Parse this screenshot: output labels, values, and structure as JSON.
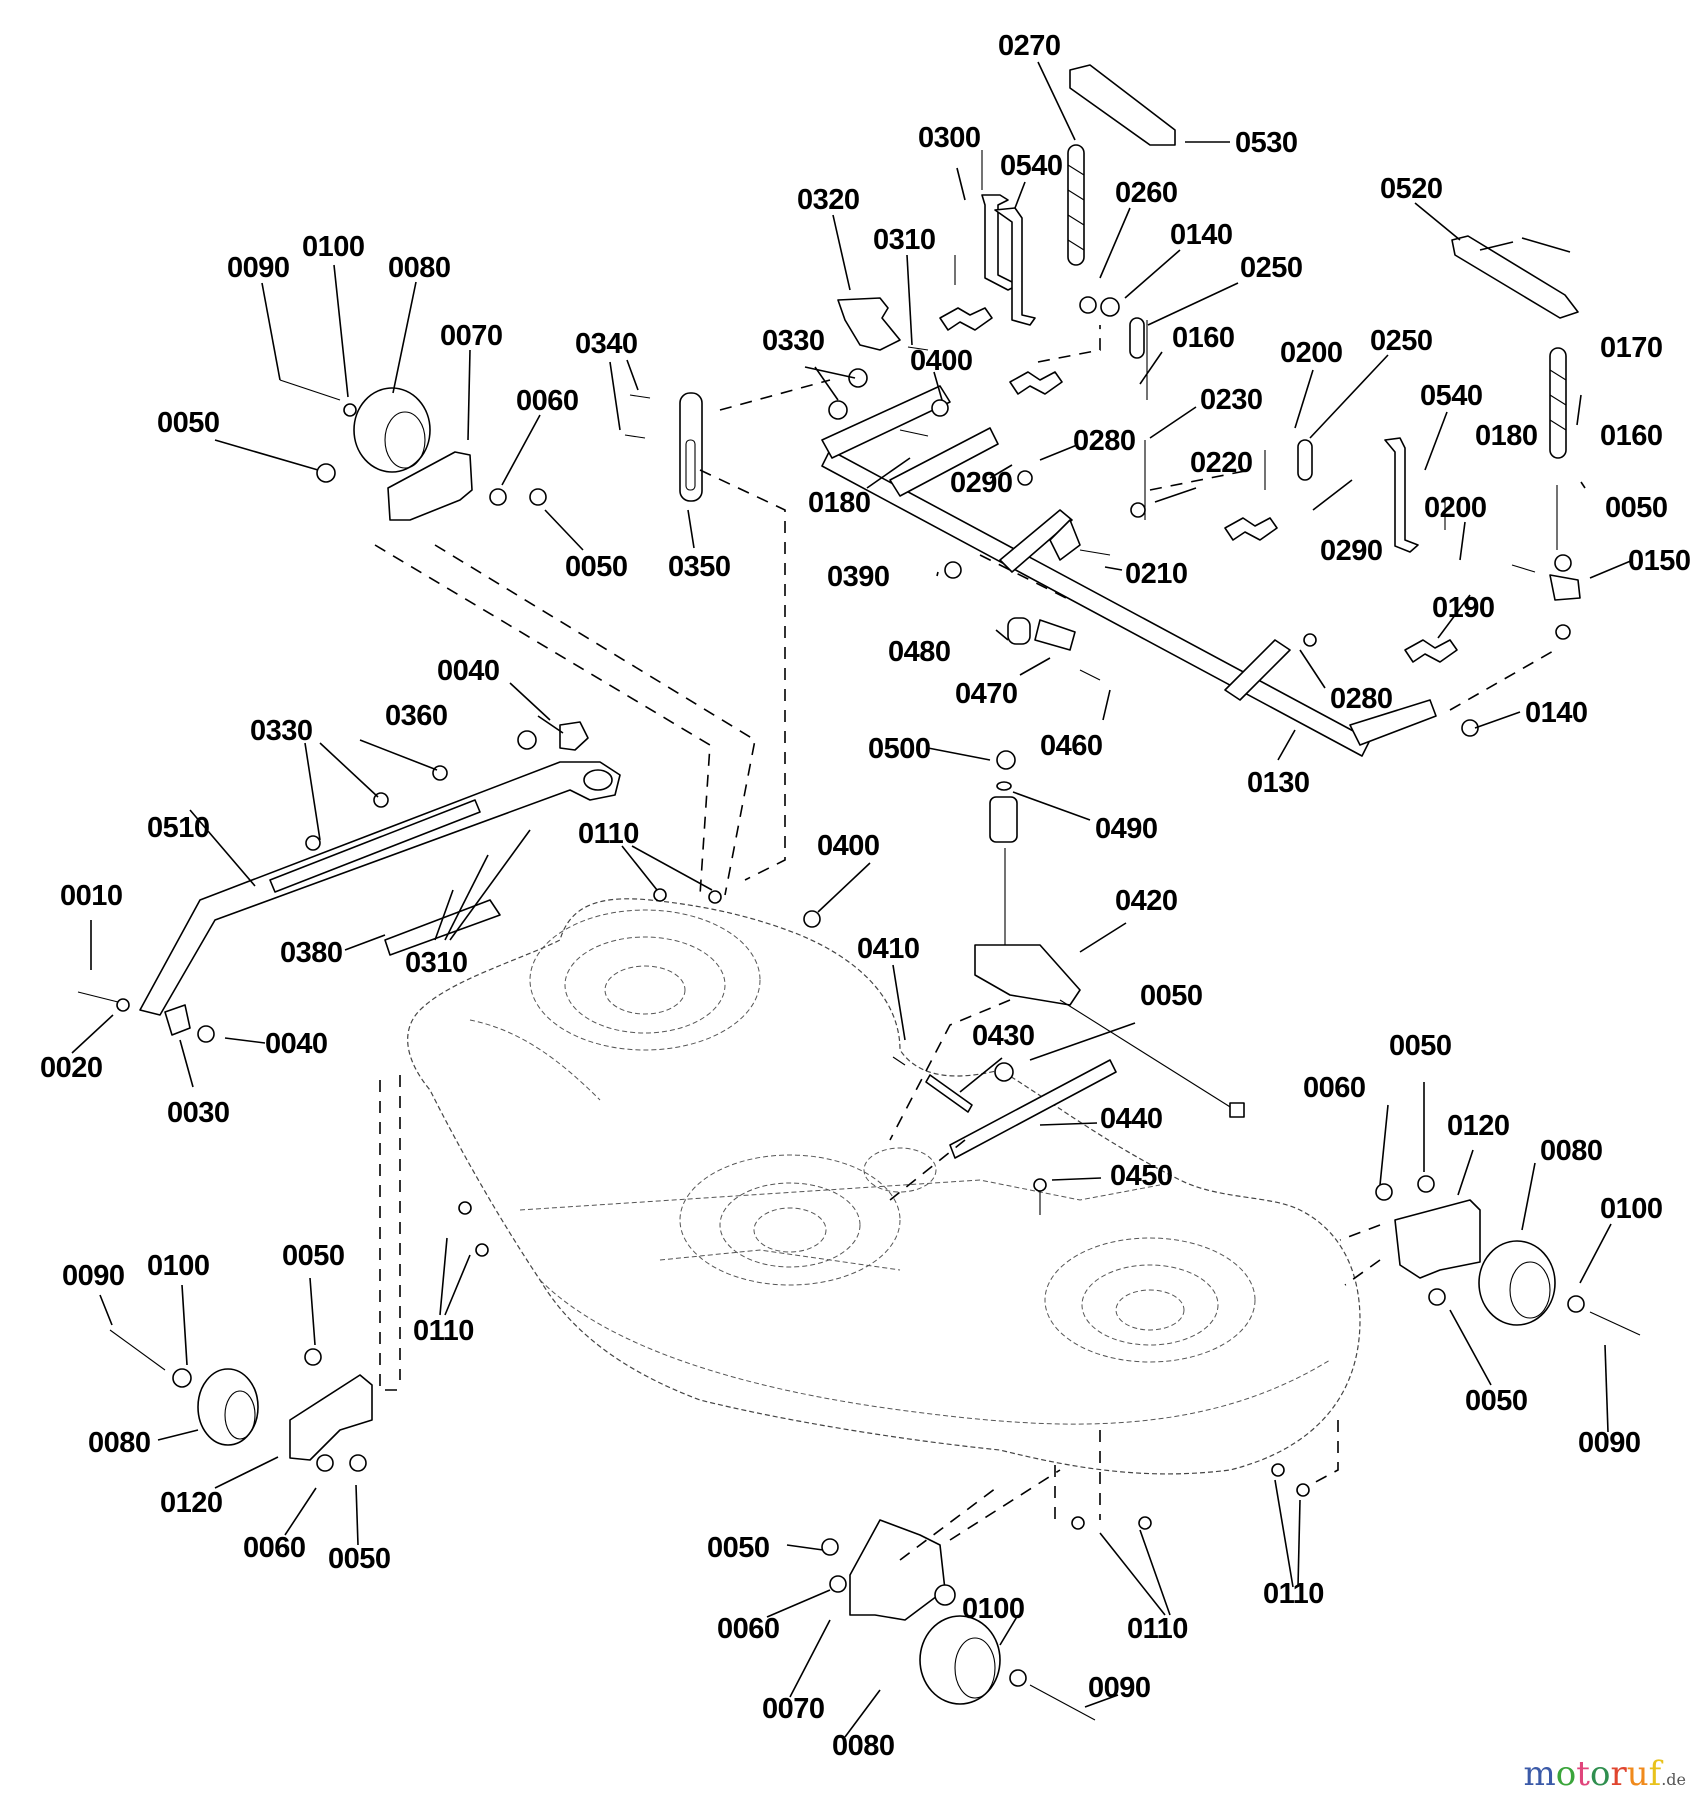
{
  "diagram": {
    "title": "Mower deck exploded parts diagram",
    "colors": {
      "line": "#000000",
      "background": "#ffffff"
    },
    "callouts": [
      {
        "id": "c01",
        "part": "0270"
      },
      {
        "id": "c02",
        "part": "0530"
      },
      {
        "id": "c03",
        "part": "0300"
      },
      {
        "id": "c04",
        "part": "0540"
      },
      {
        "id": "c05",
        "part": "0260"
      },
      {
        "id": "c06",
        "part": "0140"
      },
      {
        "id": "c07",
        "part": "0250"
      },
      {
        "id": "c08",
        "part": "0320"
      },
      {
        "id": "c09",
        "part": "0310"
      },
      {
        "id": "c10",
        "part": "0520"
      },
      {
        "id": "c11",
        "part": "0090"
      },
      {
        "id": "c12",
        "part": "0100"
      },
      {
        "id": "c13",
        "part": "0080"
      },
      {
        "id": "c14",
        "part": "0070"
      },
      {
        "id": "c15",
        "part": "0060"
      },
      {
        "id": "c16",
        "part": "0050"
      },
      {
        "id": "c17",
        "part": "0050"
      },
      {
        "id": "c18",
        "part": "0340"
      },
      {
        "id": "c19",
        "part": "0350"
      },
      {
        "id": "c20",
        "part": "0330"
      },
      {
        "id": "c21",
        "part": "0400"
      },
      {
        "id": "c22",
        "part": "0160"
      },
      {
        "id": "c23",
        "part": "0230"
      },
      {
        "id": "c24",
        "part": "0280"
      },
      {
        "id": "c25",
        "part": "0290"
      },
      {
        "id": "c26",
        "part": "0220"
      },
      {
        "id": "c27",
        "part": "0180"
      },
      {
        "id": "c28",
        "part": "0200"
      },
      {
        "id": "c29",
        "part": "0250"
      },
      {
        "id": "c30",
        "part": "0540"
      },
      {
        "id": "c31",
        "part": "0170"
      },
      {
        "id": "c32",
        "part": "0180"
      },
      {
        "id": "c33",
        "part": "0160"
      },
      {
        "id": "c34",
        "part": "0050"
      },
      {
        "id": "c35",
        "part": "0150"
      },
      {
        "id": "c36",
        "part": "0200"
      },
      {
        "id": "c37",
        "part": "0390"
      },
      {
        "id": "c38",
        "part": "0210"
      },
      {
        "id": "c39",
        "part": "0290"
      },
      {
        "id": "c40",
        "part": "0190"
      },
      {
        "id": "c41",
        "part": "0480"
      },
      {
        "id": "c42",
        "part": "0470"
      },
      {
        "id": "c43",
        "part": "0460"
      },
      {
        "id": "c44",
        "part": "0280"
      },
      {
        "id": "c45",
        "part": "0140"
      },
      {
        "id": "c46",
        "part": "0130"
      },
      {
        "id": "c47",
        "part": "0040"
      },
      {
        "id": "c48",
        "part": "0360"
      },
      {
        "id": "c49",
        "part": "0330"
      },
      {
        "id": "c50",
        "part": "0510"
      },
      {
        "id": "c51",
        "part": "0010"
      },
      {
        "id": "c52",
        "part": "0020"
      },
      {
        "id": "c53",
        "part": "0030"
      },
      {
        "id": "c54",
        "part": "0040"
      },
      {
        "id": "c55",
        "part": "0380"
      },
      {
        "id": "c56",
        "part": "0310"
      },
      {
        "id": "c57",
        "part": "0110"
      },
      {
        "id": "c58",
        "part": "0400"
      },
      {
        "id": "c59",
        "part": "0500"
      },
      {
        "id": "c60",
        "part": "0490"
      },
      {
        "id": "c61",
        "part": "0420"
      },
      {
        "id": "c62",
        "part": "0410"
      },
      {
        "id": "c63",
        "part": "0050"
      },
      {
        "id": "c64",
        "part": "0430"
      },
      {
        "id": "c65",
        "part": "0440"
      },
      {
        "id": "c66",
        "part": "0450"
      },
      {
        "id": "c67",
        "part": "0060"
      },
      {
        "id": "c68",
        "part": "0050"
      },
      {
        "id": "c69",
        "part": "0120"
      },
      {
        "id": "c70",
        "part": "0080"
      },
      {
        "id": "c71",
        "part": "0100"
      },
      {
        "id": "c72",
        "part": "0050"
      },
      {
        "id": "c73",
        "part": "0090"
      },
      {
        "id": "c74",
        "part": "0090"
      },
      {
        "id": "c75",
        "part": "0100"
      },
      {
        "id": "c76",
        "part": "0050"
      },
      {
        "id": "c77",
        "part": "0110"
      },
      {
        "id": "c78",
        "part": "0080"
      },
      {
        "id": "c79",
        "part": "0120"
      },
      {
        "id": "c80",
        "part": "0060"
      },
      {
        "id": "c81",
        "part": "0050"
      },
      {
        "id": "c82",
        "part": "0050"
      },
      {
        "id": "c83",
        "part": "0060"
      },
      {
        "id": "c84",
        "part": "0070"
      },
      {
        "id": "c85",
        "part": "0080"
      },
      {
        "id": "c86",
        "part": "0100"
      },
      {
        "id": "c87",
        "part": "0090"
      },
      {
        "id": "c88",
        "part": "0110"
      },
      {
        "id": "c89",
        "part": "0110"
      }
    ]
  },
  "watermark": {
    "letters": [
      "m",
      "o",
      "t",
      "o",
      "r",
      "u",
      "f"
    ],
    "letter_colors": [
      "#3b5aa8",
      "#3aa53a",
      "#e0457b",
      "#2f8f4f",
      "#e0452f",
      "#f08a1c",
      "#e8c21c"
    ],
    "tld": ".de"
  }
}
